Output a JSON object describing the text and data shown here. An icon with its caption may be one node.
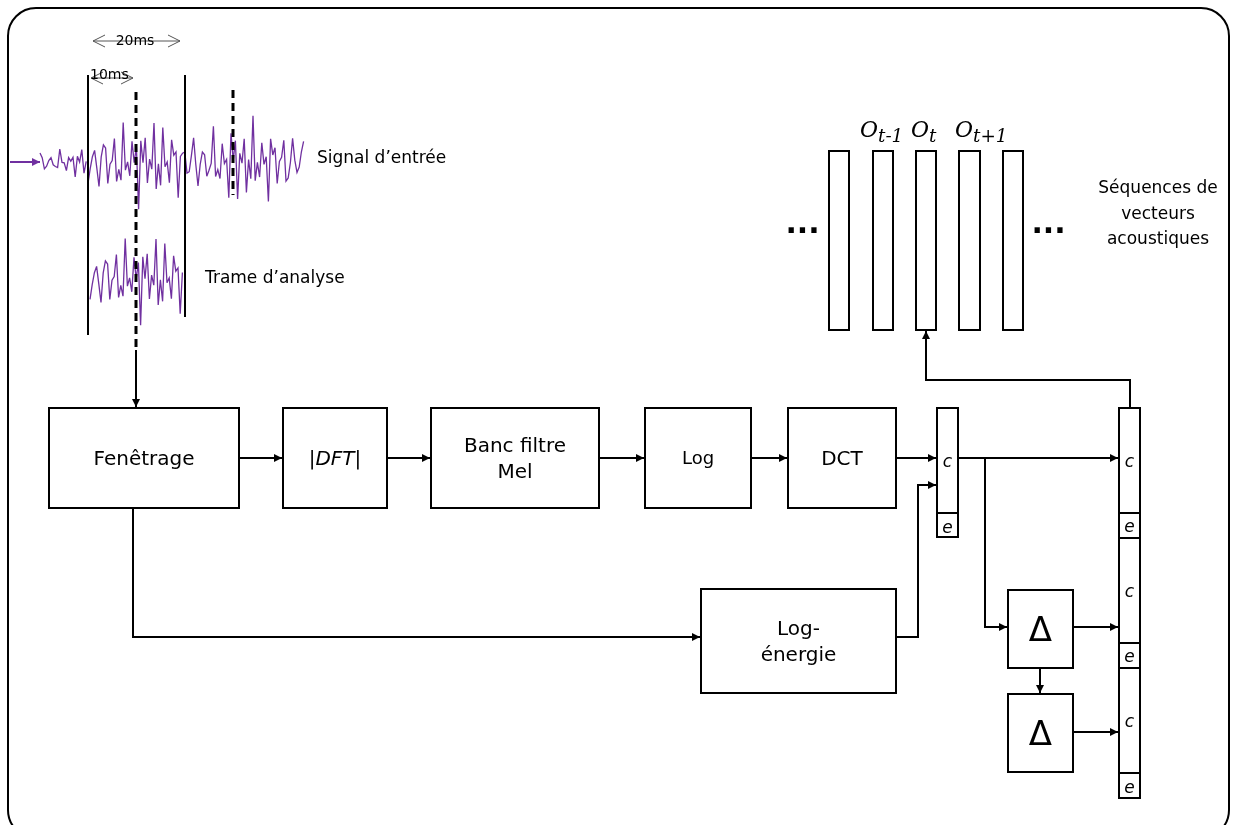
{
  "diagram": {
    "nodes": [
      {
        "text": [],
        "shape": "picture",
        "beside": [
          "Signal d’entrée"
        ]
      },
      {
        "text": [],
        "shape": "picture",
        "beside": [
          "Trame d’analyse"
        ]
      },
      {
        "text": [
          "Fenêtrage"
        ]
      },
      {
        "text": [
          "|*DFT*|"
        ]
      },
      {
        "text": [
          "Banc filtre Mel"
        ]
      },
      {
        "text": [
          "Log"
        ]
      },
      {
        "text": [
          "DCT"
        ]
      },
      {
        "text": [
          "c",
          "e"
        ]
      },
      {
        "text": [
          "Log- énergie"
        ]
      },
      {
        "text": [
          "Δ"
        ]
      },
      {
        "text": [
          "Δ"
        ]
      },
      {
        "text": [
          "c",
          "e",
          "c",
          "e",
          "c",
          "e"
        ]
      },
      {
        "text": [],
        "shape": "bar"
      },
      {
        "text": [],
        "shape": "bar",
        "beside": [
          "O$_{t-1}$"
        ]
      },
      {
        "text": [],
        "shape": "bar",
        "beside": [
          "O$_{t}$"
        ]
      },
      {
        "text": [],
        "shape": "bar",
        "beside": [
          "O$_{t+1}$"
        ]
      },
      {
        "text": [],
        "shape": "bar"
      }
    ],
    "edges": [
      {
        "from": null,
        "to": 0,
        "arrow": "to",
        "color": "#7030a0"
      },
      {
        "from": 1,
        "to": 2,
        "arrow": "to"
      },
      {
        "from": 2,
        "to": 3,
        "arrow": "to"
      },
      {
        "from": 3,
        "to": 4,
        "arrow": "to"
      },
      {
        "from": 4,
        "to": 5,
        "arrow": "to"
      },
      {
        "from": 5,
        "to": 6,
        "arrow": "to"
      },
      {
        "from": 6,
        "to": 7,
        "arrow": "to"
      },
      {
        "from": 2,
        "to": 8,
        "arrow": "to"
      },
      {
        "from": 8,
        "to": 7,
        "arrow": "to"
      },
      {
        "from": 7,
        "to": 11,
        "arrow": "to"
      },
      {
        "from": 7,
        "to": 9,
        "arrow": "to"
      },
      {
        "from": 9,
        "to": 10,
        "arrow": "to"
      },
      {
        "from": 9,
        "to": 11,
        "arrow": "to"
      },
      {
        "from": 10,
        "to": 11,
        "arrow": "to"
      },
      {
        "from": 11,
        "to": 14,
        "arrow": "to"
      }
    ],
    "labels": [
      "20ms",
      "10ms",
      "...",
      "Séquences de vecteurs acoustiques",
      "..."
    ]
  }
}
